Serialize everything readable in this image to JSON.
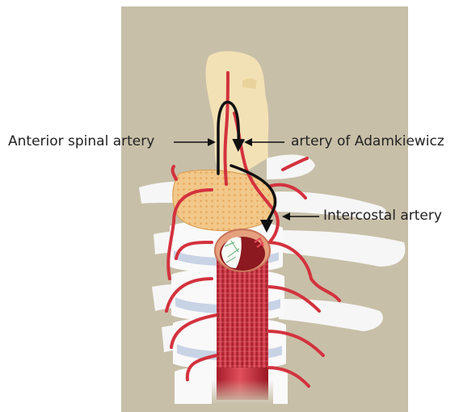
{
  "labels": {
    "anterior_spinal_artery": "Anterior spinal artery",
    "artery_of_adamkiewicz": "artery of Adamkiewicz",
    "intercostal_artery": "Intercostal artery"
  },
  "colors": {
    "background_panel": "#c8bfa8",
    "artery_red": "#d3323e",
    "dark_red": "#8c1820",
    "bone": "#f5f5f5",
    "disc": "#c9d3e6",
    "vertebral_body": "#f0c98a",
    "spinal_cord": "#f4e2b4",
    "flow_arrow": "#111111"
  }
}
